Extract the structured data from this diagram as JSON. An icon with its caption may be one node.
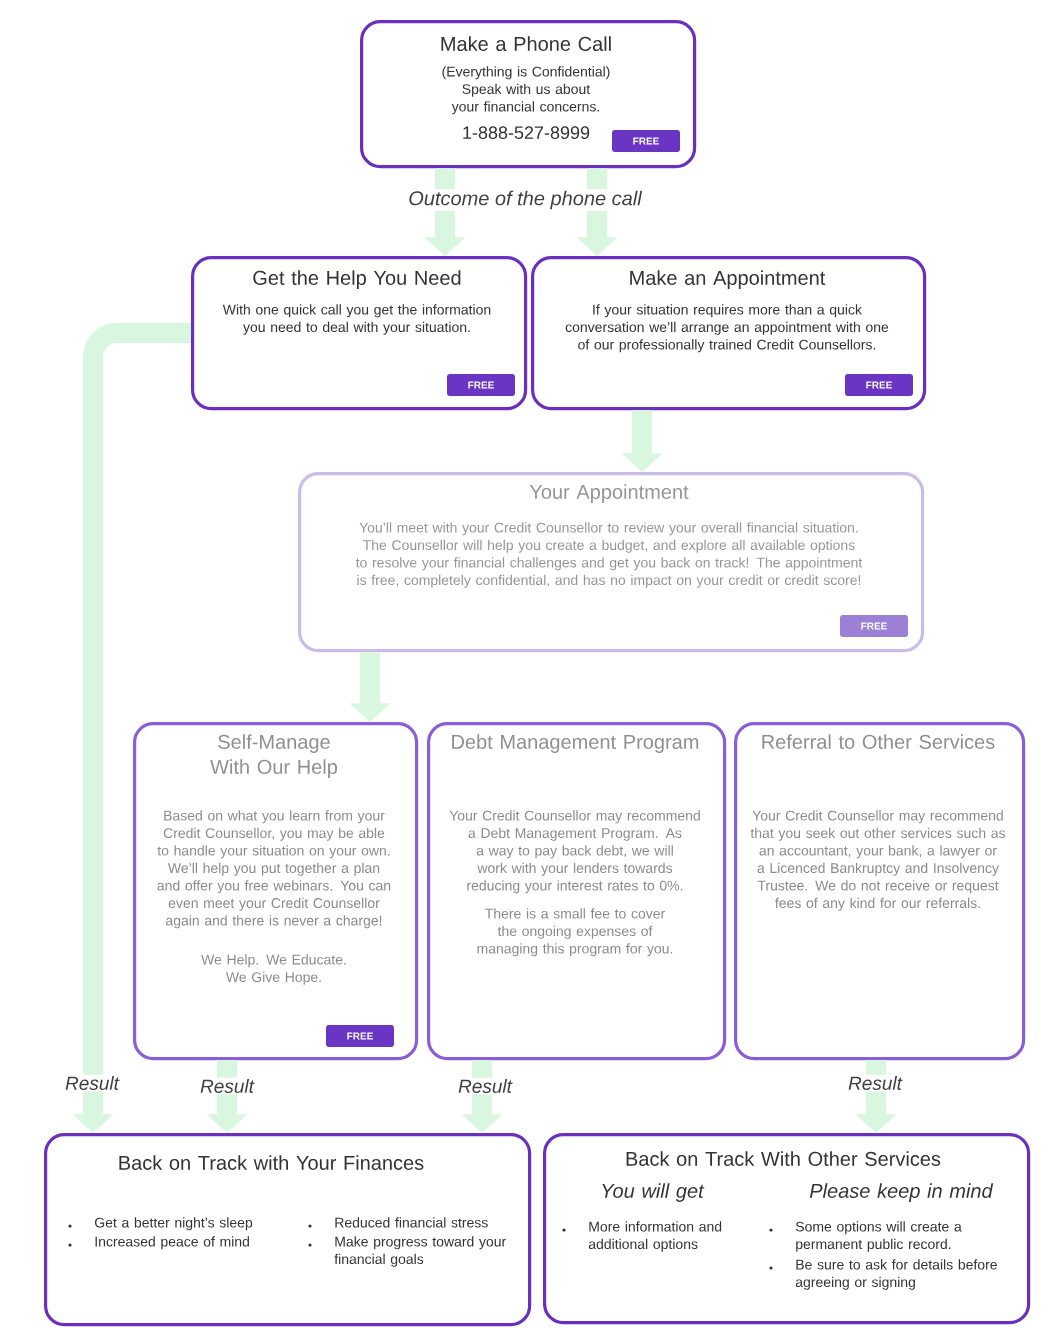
{
  "diagram": {
    "nodes": [
      {
        "text": [
          "Make a Phone Call",
          "(Everything is Confidential) Speak with us about your financial concerns.",
          "1-888-527-8999",
          "FREE"
        ]
      },
      {
        "text": [
          "Get the Help You Need",
          "With one quick call you get the information you need to deal with your situation.",
          "FREE"
        ]
      },
      {
        "text": [
          "Make an Appointment",
          "If your situation requires more than a quick conversation we’ll arrange an appointment with one of our professionally trained Credit Counsellors.",
          "FREE"
        ]
      },
      {
        "text": [
          "Your Appointment",
          "You’ll meet with your Credit Counsellor to review your overall financial situation. The Counsellor will help you create a budget, and explore all available options to resolve your financial challenges and get you back on track! The appointment is free, completely confidential, and has no impact on your credit or credit score!",
          "FREE"
        ]
      },
      {
        "text": [
          "Self-Manage With Our Help",
          "Based on what you learn from your Credit Counsellor, you may be able to handle your situation on your own. We’ll help you put together a plan and offer you free webinars. You can even meet your Credit Counsellor again and there is never a charge!",
          "We Help. We Educate. We Give Hope.",
          "FREE"
        ]
      },
      {
        "text": [
          "Debt Management Program",
          "Your Credit Counsellor may recommend a Debt Management Program. As a way to pay back debt, we will work with your lenders towards reducing your interest rates to 0%.",
          "There is a small fee to cover the ongoing expenses of managing this program for you."
        ]
      },
      {
        "text": [
          "Referral to Other Services",
          "Your Credit Counsellor may recommend that you seek out other services such as an accountant, your bank, a lawyer or a Licenced Bankruptcy and Insolvency Trustee. We do not receive or request fees of any kind for our referrals."
        ]
      },
      {
        "text": [
          "Back on Track with Your Finances",
          "Get a better night’s sleep",
          "Increased peace of mind",
          "Reduced financial stress",
          "Make progress toward your financial goals"
        ]
      },
      {
        "text": [
          "Back on Track With Other Services",
          "You will get",
          "Please keep in mind",
          "More information and additional options",
          "Some options will create a permanent public record.",
          "Be sure to ask for details before agreeing or signing"
        ]
      }
    ],
    "edges": [
      {
        "from": 0,
        "to": 1,
        "arrow": "to"
      },
      {
        "from": 0,
        "to": 2,
        "arrow": "to"
      },
      {
        "from": 2,
        "to": 3,
        "arrow": "to"
      },
      {
        "from": 3,
        "to": 4,
        "arrow": "to"
      },
      {
        "from": 1,
        "to": 7,
        "arrow": "to",
        "label": "Result"
      },
      {
        "from": 4,
        "to": 7,
        "arrow": "to",
        "label": "Result"
      },
      {
        "from": 5,
        "to": 7,
        "arrow": "to",
        "label": "Result"
      },
      {
        "from": 6,
        "to": 8,
        "arrow": "to",
        "label": "Result"
      }
    ],
    "labels": [
      "Outcome of the phone call"
    ]
  }
}
